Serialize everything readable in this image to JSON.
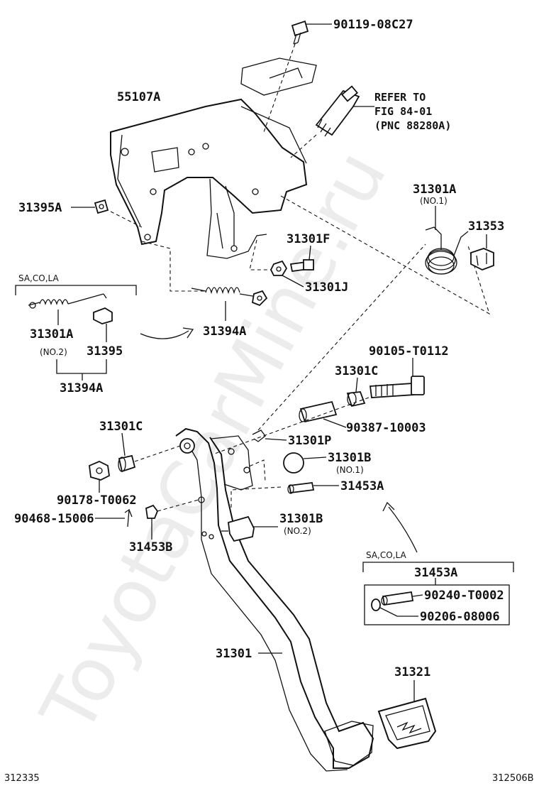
{
  "diagram": {
    "watermark": "ToyotaCarMine.ru",
    "footer_left": "312335",
    "footer_right": "312506B",
    "labels": {
      "bolt_top": "90119-08C27",
      "refer_1": "REFER TO",
      "refer_2": "FIG 84-01",
      "refer_3": "(PNC 88280A)",
      "bracket": "55107A",
      "nut_clip": "31395A",
      "spring_a": "31301A",
      "spring_a_no": "(NO.1)",
      "clip_right": "31353",
      "bolt_f": "31301F",
      "nut_j": "31301J",
      "inset1_title": "SA,CO,LA",
      "inset1_spring": "31301A",
      "inset1_spring_no": "(NO.2)",
      "inset1_clip": "31395",
      "inset1_assy": "31394A",
      "spring_assy": "31394A",
      "bolt_t0112": "90105-T0112",
      "bush_c_right": "31301C",
      "collar": "90387-10003",
      "bush_c_left": "31301C",
      "clip_p": "31301P",
      "stopper_b1": "31301B",
      "stopper_b1_no": "(NO.1)",
      "nut_t0062": "90178-T0062",
      "pin_a": "31453A",
      "cotter": "90468-15006",
      "stopper_b2": "31301B",
      "stopper_b2_no": "(NO.2)",
      "pin_b": "31453B",
      "inset2_title": "SA,CO,LA",
      "inset2_assy": "31453A",
      "inset2_pin": "90240-T0002",
      "inset2_washer": "90206-08006",
      "pedal": "31301",
      "pad": "31321"
    }
  }
}
